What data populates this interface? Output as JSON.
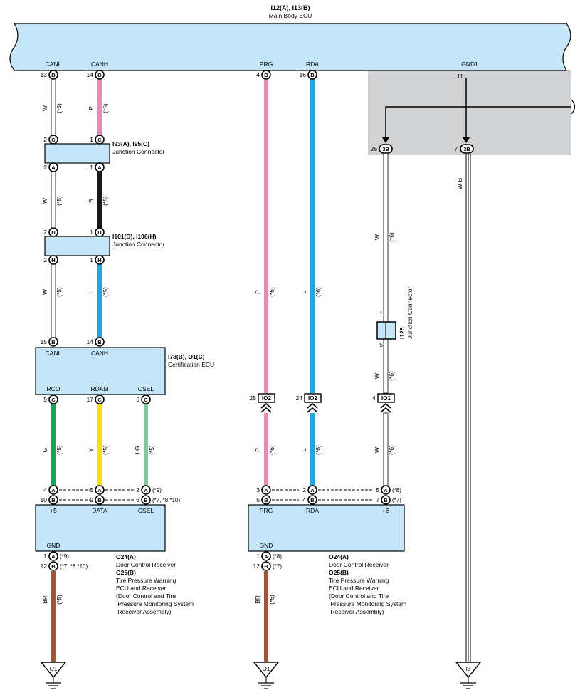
{
  "ecu_main": {
    "id": "I12(A), I13(B)",
    "name": "Main Body ECU",
    "pins": [
      {
        "label": "CANL",
        "num": "13",
        "conn": "B"
      },
      {
        "label": "CANH",
        "num": "14",
        "conn": "B"
      },
      {
        "label": "PRG",
        "num": "4",
        "conn": "B"
      },
      {
        "label": "RDA",
        "num": "16",
        "conn": "B"
      },
      {
        "label": "GND1",
        "num": "11",
        "conn": ""
      }
    ]
  },
  "gnd_branch": {
    "pin_left_num": "26",
    "pin_right_num": "7",
    "conn": "3B"
  },
  "jc1": {
    "id": "I93(A), I95(C)",
    "name": "Junction Connector",
    "top": [
      {
        "num": "2",
        "conn": "C"
      },
      {
        "num": "1",
        "conn": "C"
      }
    ],
    "bottom": [
      {
        "num": "2",
        "conn": "A"
      },
      {
        "num": "1",
        "conn": "A"
      }
    ]
  },
  "jc2": {
    "id": "I101(D), I106(H)",
    "name": "Junction Connector",
    "top": [
      {
        "num": "2",
        "conn": "D"
      },
      {
        "num": "1",
        "conn": "D"
      }
    ],
    "bottom": [
      {
        "num": "2",
        "conn": "H"
      },
      {
        "num": "1",
        "conn": "H"
      }
    ]
  },
  "jc3": {
    "id": "I125",
    "name": "Junction Connector",
    "top_num": "1",
    "bottom_num": "5"
  },
  "cert_ecu": {
    "id": "I78(B), O1(C)",
    "name": "Certification ECU",
    "top_pins": [
      {
        "label": "CANL",
        "num": "15",
        "conn": "B"
      },
      {
        "label": "CANH",
        "num": "14",
        "conn": "B"
      }
    ],
    "bottom_pins": [
      {
        "label": "RCO",
        "num": "5",
        "conn": "C"
      },
      {
        "label": "RDAM",
        "num": "17",
        "conn": "C"
      },
      {
        "label": "CSEL",
        "num": "6",
        "conn": "C"
      }
    ]
  },
  "inline": [
    {
      "num": "25",
      "conn": "IO2"
    },
    {
      "num": "24",
      "conn": "IO2"
    },
    {
      "num": "4",
      "conn": "IO1"
    }
  ],
  "wires": {
    "w1": {
      "color": "W",
      "note": "(*5)"
    },
    "w2": {
      "color": "P",
      "note": "(*5)"
    },
    "w3": {
      "color": "W",
      "note": "(*5)"
    },
    "w4": {
      "color": "B",
      "note": "(*5)"
    },
    "w5": {
      "color": "W",
      "note": "(*5)"
    },
    "w6": {
      "color": "L",
      "note": "(*5)"
    },
    "w7": {
      "color": "P",
      "note": "(*6)"
    },
    "w8": {
      "color": "L",
      "note": "(*6)"
    },
    "w9": {
      "color": "W",
      "note": "(*6)"
    },
    "w10": {
      "color": "W",
      "note": "(*6)"
    },
    "w11": {
      "color": "W-B",
      "note": ""
    },
    "w12": {
      "color": "G",
      "note": "(*5)"
    },
    "w13": {
      "color": "Y",
      "note": "(*5)"
    },
    "w14": {
      "color": "LG",
      "note": "(*5)"
    },
    "w15": {
      "color": "P",
      "note": "(*6)"
    },
    "w16": {
      "color": "L",
      "note": "(*6)"
    },
    "w17": {
      "color": "W",
      "note": "(*6)"
    },
    "w18": {
      "color": "BR",
      "note": "(*5)"
    },
    "w19": {
      "color": "BR",
      "note": "(*6)"
    }
  },
  "rx_left": {
    "rowA": [
      {
        "num": "4",
        "conn": "A"
      },
      {
        "num": "5",
        "conn": "A"
      },
      {
        "num": "2",
        "conn": "A"
      }
    ],
    "rowA_note": "(*9)",
    "rowB": [
      {
        "num": "10",
        "conn": "B"
      },
      {
        "num": "9",
        "conn": "B"
      },
      {
        "num": "6",
        "conn": "B"
      }
    ],
    "rowB_note": "(*7, *8 *10)",
    "labels": [
      "+5",
      "DATA",
      "CSEL"
    ],
    "gnd_label": "GND",
    "gnd_pins": [
      {
        "num": "1",
        "conn": "A",
        "note": "(*9)"
      },
      {
        "num": "12",
        "conn": "B",
        "note": "(*7, *8 *10)"
      }
    ],
    "caption": [
      "O24(A)",
      "Door Control Receiver",
      "O25(B)",
      "Tire Pressure Warning",
      "ECU and Receiver",
      "(Door Control and Tire",
      " Pressure Monitoring System",
      " Receiver Assembly)"
    ]
  },
  "rx_right": {
    "rowA": [
      {
        "num": "3",
        "conn": "A"
      },
      {
        "num": "2",
        "conn": "A"
      },
      {
        "num": "5",
        "conn": "A"
      }
    ],
    "rowA_note": "(*8)",
    "rowB": [
      {
        "num": "5",
        "conn": "B"
      },
      {
        "num": "4",
        "conn": "B"
      },
      {
        "num": "7",
        "conn": "B"
      }
    ],
    "rowB_note": "(*7)",
    "labels": [
      "PRG",
      "RDA",
      "+B"
    ],
    "gnd_label": "GND",
    "gnd_pins": [
      {
        "num": "1",
        "conn": "A",
        "note": "(*8)"
      },
      {
        "num": "12",
        "conn": "B",
        "note": "(*7)"
      }
    ],
    "caption": [
      "O24(A)",
      "Door Control Receiver",
      "O25(B)",
      "Tire Pressure Warning",
      "ECU and Receiver",
      "(Door Control and Tire",
      " Pressure Monitoring System",
      " Receiver Assembly)"
    ]
  },
  "grounds": [
    "O1",
    "O1",
    "I3"
  ],
  "colors": {
    "box_fill": "#c4e6f8",
    "shade": "#d0d2d4",
    "pink": "#ef86b3",
    "blue": "#18a9e6",
    "green": "#16a451",
    "yellow": "#ffdd00",
    "lightgreen": "#7fc89a",
    "brown": "#a8532d",
    "black": "#1a1a1a"
  }
}
